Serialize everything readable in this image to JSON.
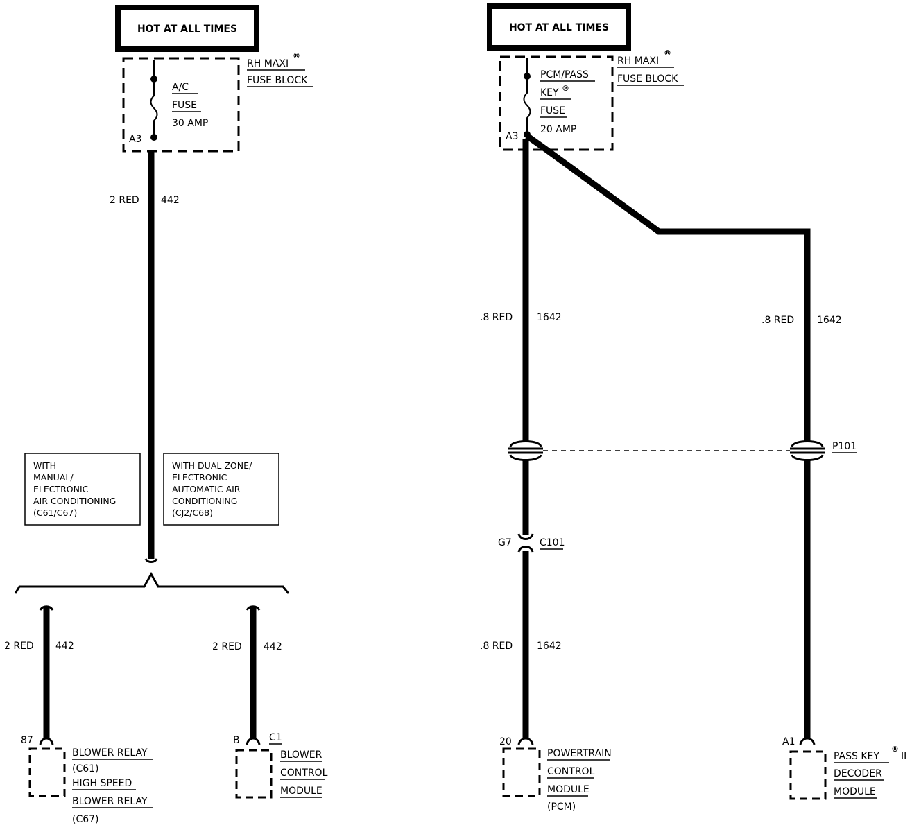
{
  "left": {
    "header": "HOT AT ALL TIMES",
    "fuse_block": {
      "name_line1": "RH MAXI",
      "name_reg": "®",
      "name_line2": "FUSE BLOCK",
      "fuse_line1": "A/C",
      "fuse_line2": "FUSE",
      "fuse_rating": "30 AMP",
      "terminal": "A3"
    },
    "wire_top": {
      "gauge_color": "2 RED",
      "circuit": "442"
    },
    "option_manual": [
      "WITH",
      "MANUAL/",
      "ELECTRONIC",
      "AIR CONDITIONING",
      "(C61/C67)"
    ],
    "option_dual": [
      "WITH DUAL ZONE/",
      "ELECTRONIC",
      "AUTOMATIC AIR",
      "CONDITIONING",
      "(CJ2/C68)"
    ],
    "branch_left": {
      "gauge_color": "2 RED",
      "circuit": "442",
      "pin": "87",
      "component": [
        "BLOWER RELAY",
        "(C61)",
        "HIGH SPEED",
        "BLOWER RELAY",
        "(C67)"
      ]
    },
    "branch_right": {
      "gauge_color": "2 RED",
      "circuit": "442",
      "pin": "B",
      "connector": "C1",
      "component": [
        "BLOWER",
        "CONTROL",
        "MODULE"
      ]
    }
  },
  "right": {
    "header": "HOT AT ALL TIMES",
    "fuse_block": {
      "name_line1": "RH MAXI",
      "name_reg": "®",
      "name_line2": "FUSE BLOCK",
      "fuse_line1": "PCM/PASS",
      "fuse_line2": "KEY",
      "fuse_reg": "®",
      "fuse_line3": "FUSE",
      "fuse_rating": "20 AMP",
      "terminal": "A3"
    },
    "wire_left_upper": {
      "gauge_color": ".8 RED",
      "circuit": "1642"
    },
    "wire_right": {
      "gauge_color": ".8 RED",
      "circuit": "1642"
    },
    "passthrough": "P101",
    "connector": {
      "pin": "G7",
      "name": "C101"
    },
    "wire_left_lower": {
      "gauge_color": ".8 RED",
      "circuit": "1642"
    },
    "pcm": {
      "pin": "20",
      "component": [
        "POWERTRAIN",
        "CONTROL",
        "MODULE",
        "(PCM)"
      ]
    },
    "decoder": {
      "pin": "A1",
      "name_line1": "PASS KEY",
      "name_reg": "®",
      "name_suffix": "II",
      "name_line2": "DECODER",
      "name_line3": "MODULE"
    }
  }
}
